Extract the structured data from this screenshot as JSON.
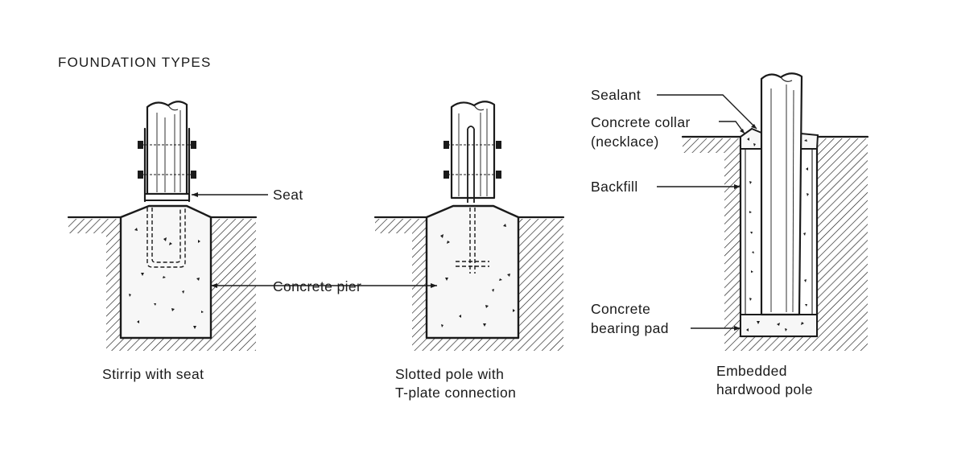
{
  "title": "FOUNDATION TYPES",
  "panels": [
    {
      "caption_lines": [
        "Stirrip with seat"
      ]
    },
    {
      "caption_lines": [
        "Slotted pole with",
        "T-plate connection"
      ]
    },
    {
      "caption_lines": [
        "Embedded",
        "hardwood pole"
      ]
    }
  ],
  "labels": {
    "seat": "Seat",
    "concrete_pier": "Concrete pier",
    "sealant": "Sealant",
    "concrete_collar_1": "Concrete collar",
    "concrete_collar_2": "(necklace)",
    "backfill": "Backfill",
    "bearing_pad_1": "Concrete",
    "bearing_pad_2": "bearing pad"
  }
}
